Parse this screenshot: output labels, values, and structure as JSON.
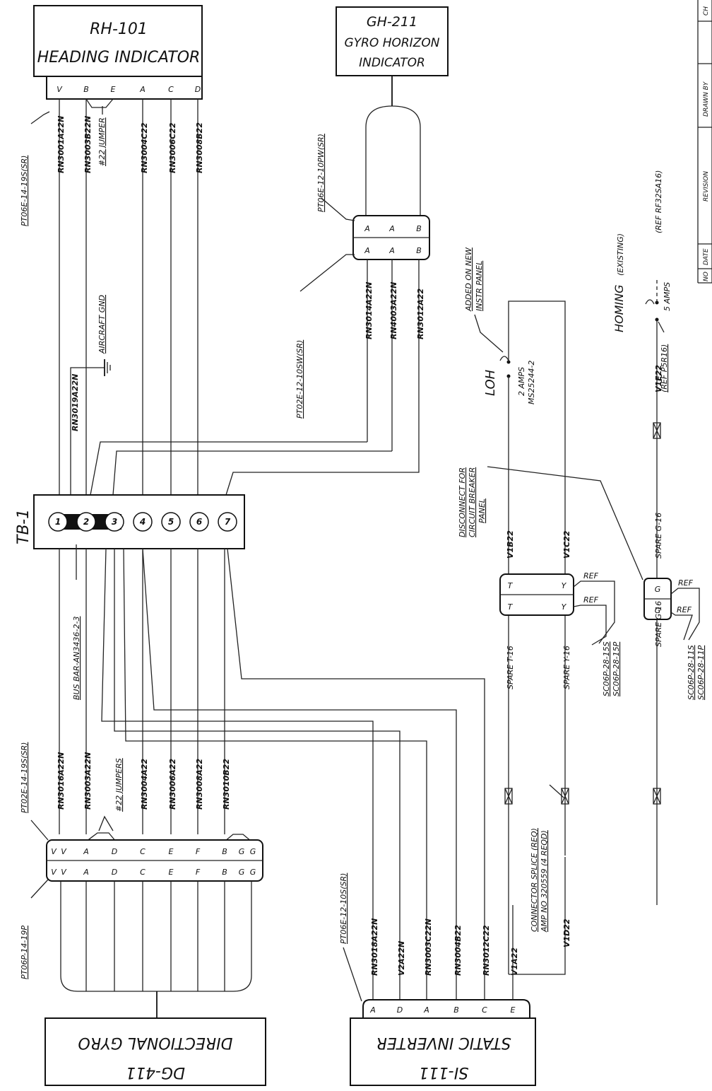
{
  "components": {
    "rh101": {
      "title1": "RH-101",
      "title2": "HEADING INDICATOR"
    },
    "gh211": {
      "title1": "GH-211",
      "title2": "GYRO HORIZON",
      "title3": "INDICATOR"
    },
    "dg411": {
      "title1": "DIRECTIONAL GYRO",
      "title2": "DG-411"
    },
    "si111": {
      "title1": "STATIC INVERTER",
      "title2": "SI-111"
    },
    "tb1": {
      "label": "TB-1"
    }
  },
  "rh_pins": [
    "V",
    "B",
    "E",
    "A",
    "C",
    "D"
  ],
  "rh_wires": [
    "RN3001A22N",
    "RN3003B22N",
    "RN3004C22",
    "RN3006C22",
    "RN3008B22"
  ],
  "rh_connector": "PT06E-14-19S(SR)",
  "jumper_22": "#22 JUMPER",
  "gh_connector_plug": "PT06E-12-10PW(SR)",
  "gh_connector_recept": "PT02E-12-10SW(SR)",
  "gh_pins": [
    "A",
    "A",
    "B"
  ],
  "gh_wires": [
    "RN3014A22N",
    "RN4003A22N",
    "RN3012A22"
  ],
  "aircraft_gnd": "AIRCRAFT GND",
  "gnd_wire": "RN3019A22N",
  "tb_terminals": [
    "1",
    "2",
    "3",
    "4",
    "5",
    "6",
    "7"
  ],
  "bus_bar": "BUS BAR-AN3436-2-3",
  "dg_connector_top": "PT02E-14-19S(SR)",
  "dg_connector_bottom": "PT06P-14-19P",
  "dg_pins": [
    "V",
    "A",
    "D",
    "C",
    "E",
    "F",
    "B",
    "G"
  ],
  "dg_wires": [
    "RN3016A22N",
    "RN3003A22N",
    "RN3004A22",
    "RN3006A22",
    "RN3008A22",
    "RN3010B22"
  ],
  "jumpers_22": "#22 JUMPERS",
  "si_connector": "PT06E-12-10S(SR)",
  "si_pins": [
    "A",
    "D",
    "A",
    "B",
    "C",
    "E"
  ],
  "si_wires": [
    "RN3018A22N",
    "V2A22N",
    "RN3003C22N",
    "RN3004B22",
    "RN3012C22",
    "V1A22"
  ],
  "disconnect_note": [
    "DISCONNECT FOR",
    "CIRCUIT BREAKER",
    "PANEL"
  ],
  "added_note": [
    "ADDED ON NEW",
    "INSTR PANEL"
  ],
  "loh": "LOH",
  "loh_breaker": [
    "2 AMPS",
    "MS25244-2"
  ],
  "homing": "HOMING",
  "homing_note": "(EXISTING)",
  "homing_breaker": "5 AMPS",
  "ref_rf": "(REF RF32SA16)",
  "ref_p": "(REF P5R16)",
  "v1e22": "V1E22",
  "v1b22": "V1B22",
  "v1c22": "V1C22",
  "v1d22": "V1D22",
  "spare_t16": "SPARE T-16",
  "spare_y16": "SPARE Y-16",
  "spare_g16_top": "SPARE G-16",
  "spare_g16_bot": "SPARE G-16",
  "ty_pins": [
    "T",
    "T",
    "Y",
    "Y"
  ],
  "g_pins": [
    "G",
    "G"
  ],
  "ref": "REF",
  "sc_ty": [
    "SC06P-28-15S",
    "SC06P-28-15P"
  ],
  "sc_g": [
    "SC06P-28-11S",
    "SC06P-28-11P"
  ],
  "splice_note": [
    "CONNECTOR SPLICE (REQ)",
    "AMP NO 320559 (4 REQD)"
  ],
  "title_block": [
    "NO",
    "DATE",
    "REVISION",
    "DRAWN BY",
    "CH"
  ]
}
